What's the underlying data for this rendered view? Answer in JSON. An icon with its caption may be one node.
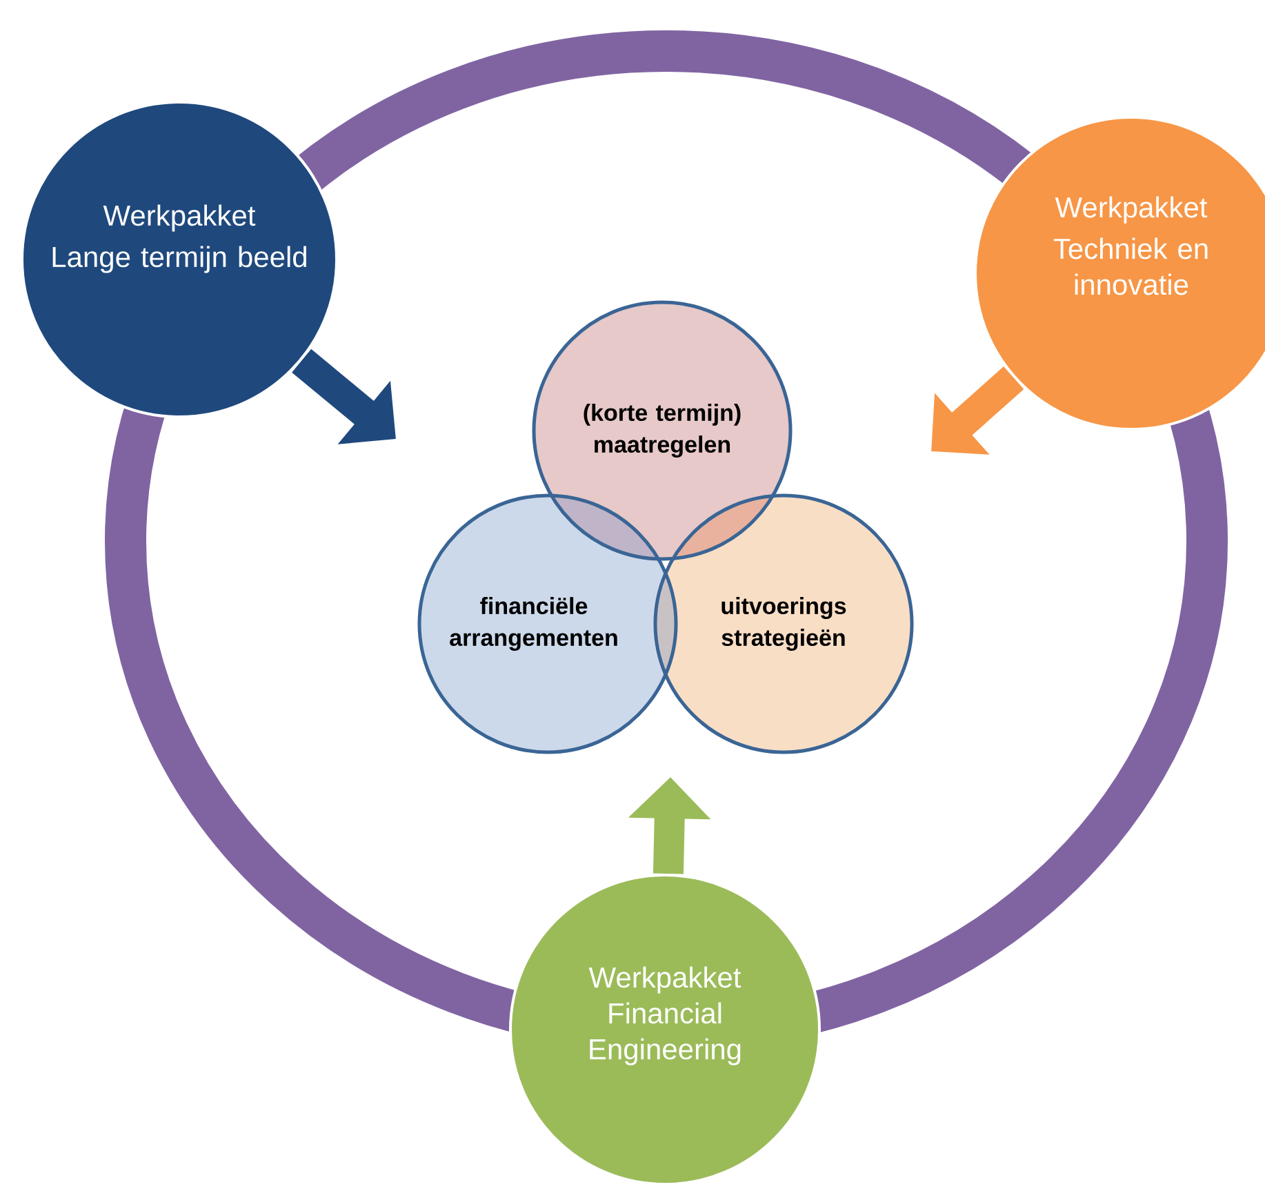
{
  "diagram": {
    "nodes": [
      {
        "text": [
          "Werkpakket",
          "Lange termijn beeld"
        ]
      },
      {
        "text": [
          "Werkpakket",
          "Techniek en innovatie"
        ]
      },
      {
        "text": [
          "(korte termijn) maatregelen"
        ]
      },
      {
        "text": [
          "financiële arrangementen"
        ]
      },
      {
        "text": [
          "uitvoerings strategieën"
        ]
      },
      {
        "text": [
          "Werkpakket Financial Engineering"
        ]
      }
    ],
    "edges": [
      {
        "from": 0,
        "to": null,
        "arrow": "to",
        "color": "#1f497d"
      },
      {
        "from": 1,
        "to": null,
        "arrow": "to",
        "color": "#f79646"
      },
      {
        "from": 5,
        "to": null,
        "arrow": "to",
        "color": "#9bbb59"
      }
    ]
  }
}
